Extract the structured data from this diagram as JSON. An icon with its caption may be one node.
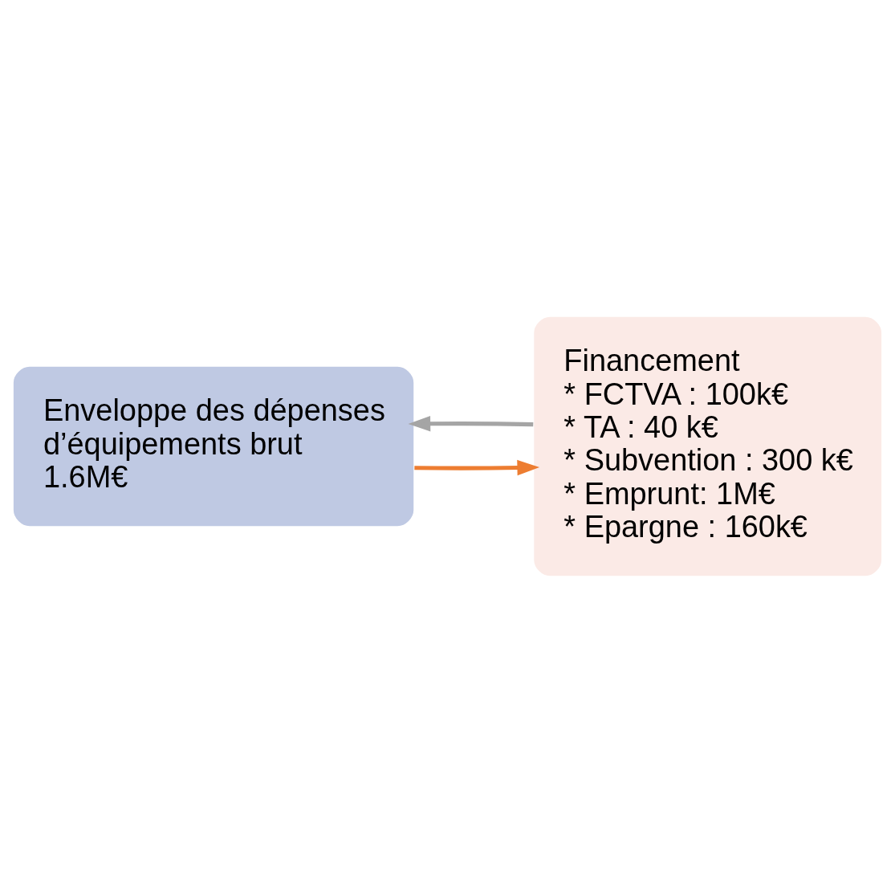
{
  "diagram": {
    "nodes": [
      {
        "text": [
          "Enveloppe des dépenses d’équipements brut",
          "1.6M€"
        ]
      },
      {
        "text": [
          "Financement",
          "* FCTVA : 100k€",
          "* TA : 40 k€",
          "* Subvention : 300 k€",
          "* Emprunt: 1M€",
          "* Epargne : 160k€"
        ]
      }
    ],
    "edges": [
      {
        "from": 0,
        "to": 1,
        "arrow": "to",
        "color": "#ed7d31"
      },
      {
        "from": 1,
        "to": 0,
        "arrow": "to",
        "color": "#a5a5a5"
      }
    ]
  }
}
